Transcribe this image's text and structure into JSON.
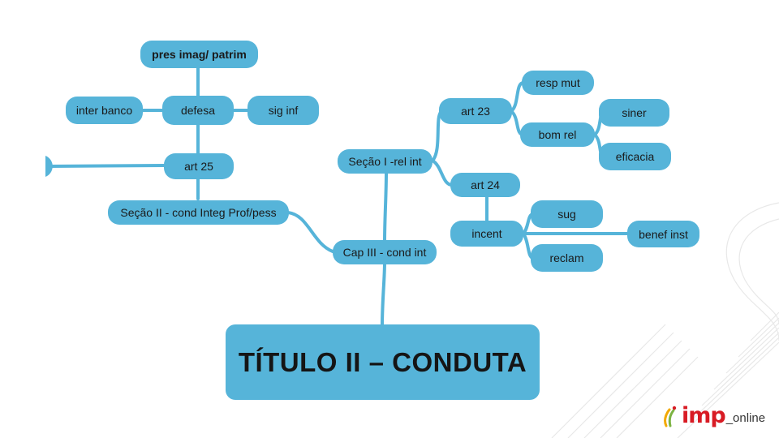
{
  "colors": {
    "node": "#56b4d9",
    "link": "#56b4d9",
    "text": "#1a1a1a",
    "logo_red": "#d81b24",
    "logo_gray": "#333333"
  },
  "root": {
    "label": "TÍTULO II – CONDUTA"
  },
  "nodes": {
    "cap3": "Cap III - cond int",
    "secao1": "Seção I -rel int",
    "secao2": "Seção II - cond Integ Prof/pess",
    "art23": "art 23",
    "art24": "art 24",
    "art25": "art 25",
    "resp_mut": "resp mut",
    "bom_rel": "bom rel",
    "siner": "siner",
    "eficacia": "eficacia",
    "incent": "incent",
    "sug": "sug",
    "reclam": "reclam",
    "benef_inst": "benef inst",
    "defesa": "defesa",
    "pres_imag": "pres imag/ patrim",
    "inter_banco": "inter banco",
    "sig_inf": "sig inf"
  },
  "logo": {
    "brand": "imp",
    "suffix": "_online",
    "icon": "imp-logo-icon"
  }
}
